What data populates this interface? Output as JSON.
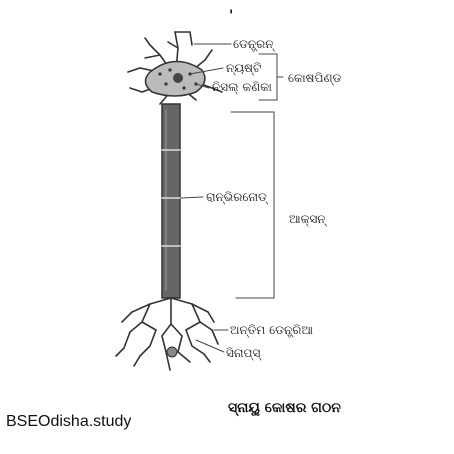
{
  "diagram": {
    "labels": {
      "dendron": "ଡେନ୍ଡ୍ରନ୍",
      "nucleus": "ନ୍ୟଷ୍ଟି",
      "nissl": "ନିସଲ୍ କଣିକା",
      "cell_body": "କୋଷପିଣ୍ଡ",
      "ranvier": "ରାନ୍‌ଭିରନୋଡ୍",
      "axon": "ଆକ୍ସନ୍",
      "terminal": "ଅନ୍ତିମ ଡେନ୍ଡ୍ରିଆ",
      "synapse": "ସିନାପ୍‌ସ୍"
    },
    "caption": "ସ୍ନାୟୁ କୋଷର ଗଠନ",
    "watermark": "BSEOdisha.study",
    "top_mark": "'"
  }
}
